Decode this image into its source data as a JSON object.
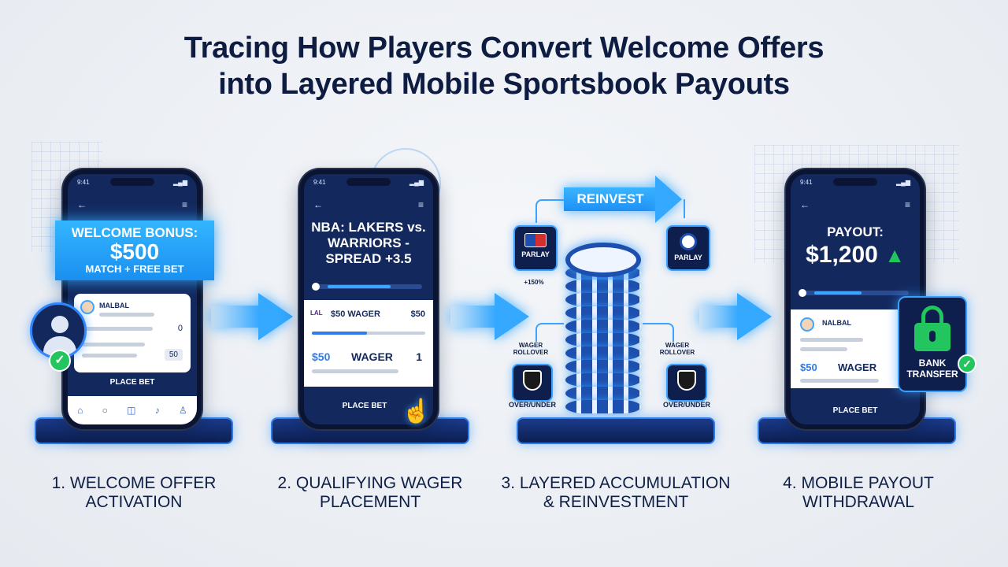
{
  "title": {
    "line1": "Tracing How Players Convert Welcome Offers",
    "line2": "into Layered Mobile Sportsbook Payouts"
  },
  "status_time": "9:41",
  "steps": [
    {
      "label_line1": "1. WELCOME OFFER",
      "label_line2": "ACTIVATION",
      "banner_line1": "WELCOME BONUS:",
      "banner_line2": "$500",
      "banner_line3": "MATCH + FREE BET",
      "user_name": "MALBAL",
      "value_a": "0",
      "value_b": "50",
      "button": "PLACE BET"
    },
    {
      "label_line1": "2. QUALIFYING WAGER",
      "label_line2": "PLACEMENT",
      "matchup_line1": "NBA: LAKERS vs.",
      "matchup_line2": "WARRIORS -",
      "matchup_line3": "SPREAD +3.5",
      "wager_row": "$50 WAGER",
      "wager_amount": "$50",
      "stake": "$50",
      "stake_label": "WAGER",
      "stake_count": "1",
      "button": "PLACE BET"
    },
    {
      "label_line1": "3. LAYERED ACCUMULATION",
      "label_line2": "& REINVESTMENT",
      "reinvest": "REINVEST",
      "parlay_left": "PARLAY",
      "parlay_right": "PARLAY",
      "plus_pct": "+150%",
      "rollover_left": "WAGER ROLLOVER",
      "rollover_right": "WAGER ROLLOVER",
      "over_under_left": "OVER/UNDER",
      "over_under_right": "OVER/UNDER"
    },
    {
      "label_line1": "4. MOBILE PAYOUT",
      "label_line2": "WITHDRAWAL",
      "payout_label": "PAYOUT:",
      "payout_amount": "$1,200",
      "user_name": "NALBAL",
      "stake": "$50",
      "stake_label": "WAGER",
      "button": "PLACE BET",
      "bank_line1": "BANK",
      "bank_line2": "TRANSFER"
    }
  ],
  "colors": {
    "navy": "#13295e",
    "accent": "#35a8ff",
    "green": "#22c55e"
  }
}
